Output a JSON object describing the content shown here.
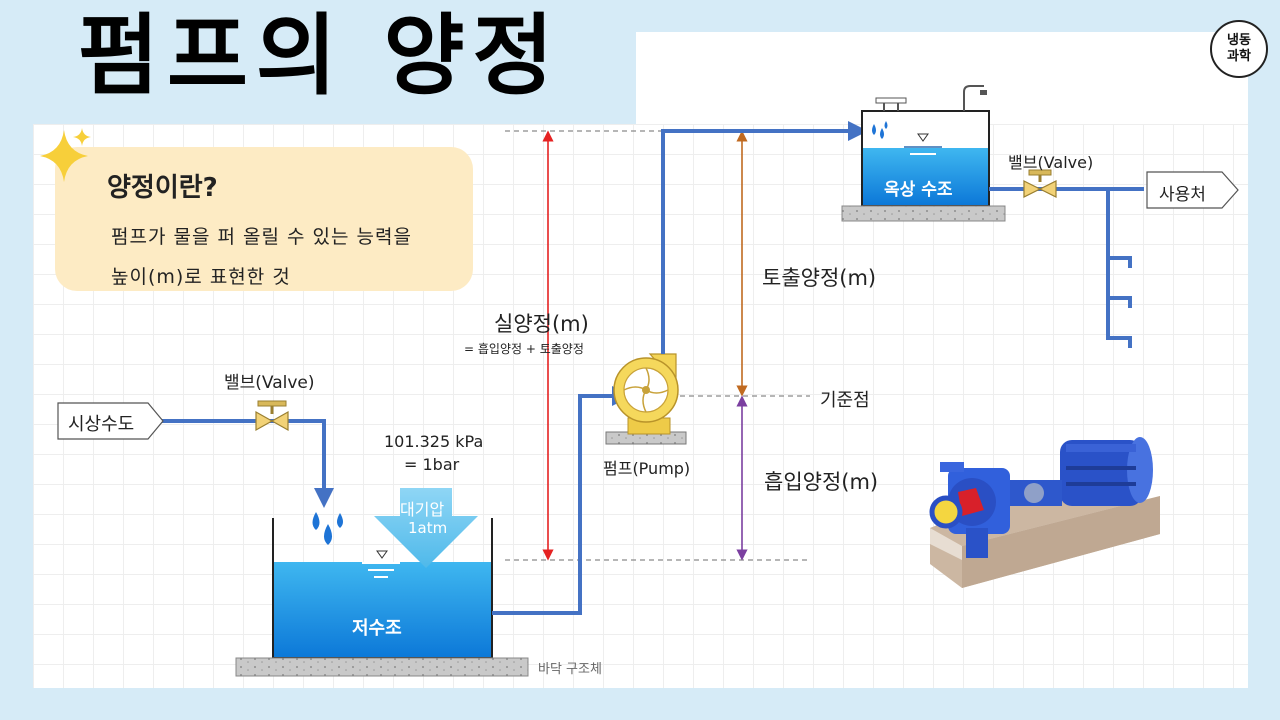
{
  "title": "펌프의 양정",
  "logo": {
    "line1": "냉동",
    "line2": "과학"
  },
  "info": {
    "title": "양정이란?",
    "line1": "펌프가 물을 퍼 올릴 수 있는 능력을",
    "line2": "높이(m)로 표현한 것"
  },
  "labels": {
    "city_water": "시상수도",
    "valve_left": "밸브(Valve)",
    "valve_right": "밸브(Valve)",
    "pressure_line1": "101.325 kPa",
    "pressure_line2": "= 1bar",
    "atm_line1": "대기압",
    "atm_line2": "1atm",
    "lower_tank": "저수조",
    "floor": "바닥 구조체",
    "pump": "펌프(Pump)",
    "actual_head": "실양정(m)",
    "actual_head_formula": "= 흡입양정 + 토출양정",
    "discharge_head": "토출양정(m)",
    "suction_head": "흡입양정(m)",
    "reference_point": "기준점",
    "roof_tank": "옥상 수조",
    "usage_point": "사용처"
  },
  "colors": {
    "pipe": "#4472c4",
    "water": "#29a8ea",
    "actual_head": "#e52222",
    "discharge_head": "#c06a20",
    "suction_head": "#7b3fa0",
    "info_bg": "#fdebc4",
    "outer_bg": "#d6ebf7"
  }
}
